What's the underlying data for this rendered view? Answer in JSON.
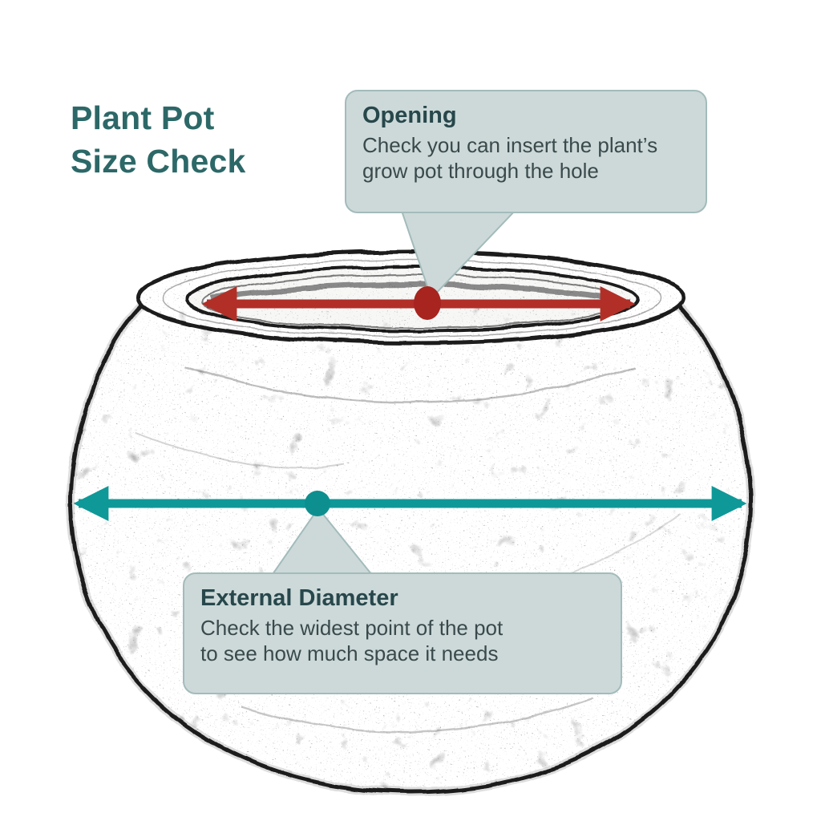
{
  "title": "Plant Pot\nSize Check",
  "callouts": {
    "opening": {
      "heading": "Opening",
      "body": "Check you can insert the plant’s\ngrow pot through the hole"
    },
    "external": {
      "heading": "External Diameter",
      "body": "Check the widest point of the pot\nto see how much space it needs"
    }
  },
  "diagram": {
    "subject": "spherical plant pot sketch",
    "opening_arrow": "red double-headed arrow across pot opening",
    "external_arrow": "teal double-headed arrow across widest point of pot"
  },
  "colors": {
    "title": "#2d6868",
    "callout_bg": "#cdd9d9",
    "callout_border": "#a3bbbb",
    "heading_text": "#27474b",
    "body_text": "#3a4a4c",
    "red": "#b22f28",
    "red_dot": "#a8241f",
    "teal": "#0f9898",
    "teal_dot": "#0d8f8f",
    "sketch": "#1c1c1c"
  }
}
